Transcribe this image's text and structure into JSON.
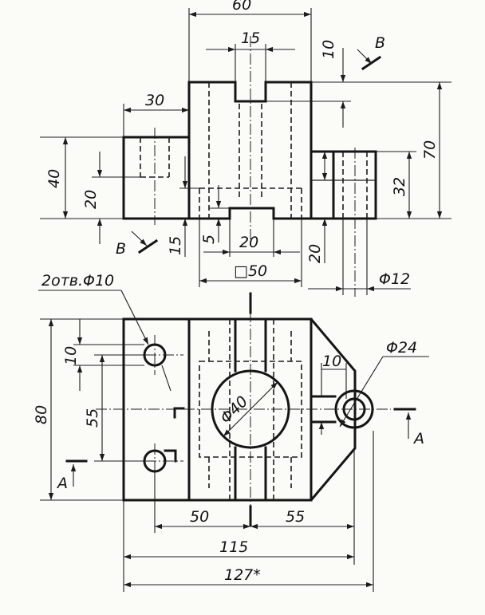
{
  "colors": {
    "line": "#151515",
    "paper": "#fbfbf8"
  },
  "dims": {
    "top_60": "60",
    "slot_15": "15",
    "depth_10": "10",
    "width_30": "30",
    "h_40": "40",
    "h_20_left": "20",
    "h_70": "70",
    "boss_32": "32",
    "step_15": "15",
    "step_5": "5",
    "slot_20": "20",
    "boss_20": "20",
    "sq_50": "□50",
    "dia_12": "Φ12",
    "holes_2x10": "2отв.Φ10",
    "edge_10": "10",
    "pitch_55": "55",
    "total_80": "80",
    "bore_40": "Φ40",
    "lug_10": "10",
    "dia_24": "Φ24",
    "base_50": "50",
    "base_55": "55",
    "base_115": "115",
    "overall_127": "127*"
  },
  "section_labels": {
    "b_top": "B",
    "b_left": "B",
    "a_right": "A",
    "a_left": "A"
  }
}
